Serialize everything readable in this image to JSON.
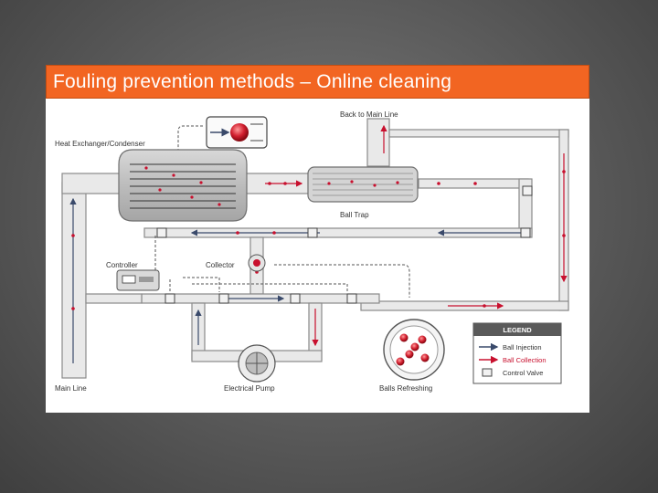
{
  "slide": {
    "title": "Fouling prevention methods – Online cleaning"
  },
  "diagram": {
    "labels": {
      "back_to_main_line": "Back to Main Line",
      "heat_exchanger": "Heat Exchanger/Condenser",
      "ball_trap": "Ball Trap",
      "controller": "Controller",
      "collector": "Collector",
      "main_line": "Main Line",
      "electrical_pump": "Electrical Pump",
      "balls_refreshing": "Balls Refreshing"
    },
    "legend": {
      "title": "LEGEND",
      "items": [
        {
          "label": "Ball Injection",
          "color": "#3a4a6b"
        },
        {
          "label": "Ball Collection",
          "color": "#c8102e"
        },
        {
          "label": "Control Valve",
          "color": "#444444"
        }
      ]
    },
    "colors": {
      "pipe_fill": "#e9e9e9",
      "pipe_stroke": "#8a8a8a",
      "ball_red": "#c8102e",
      "injection_blue": "#3a4a6b"
    }
  }
}
